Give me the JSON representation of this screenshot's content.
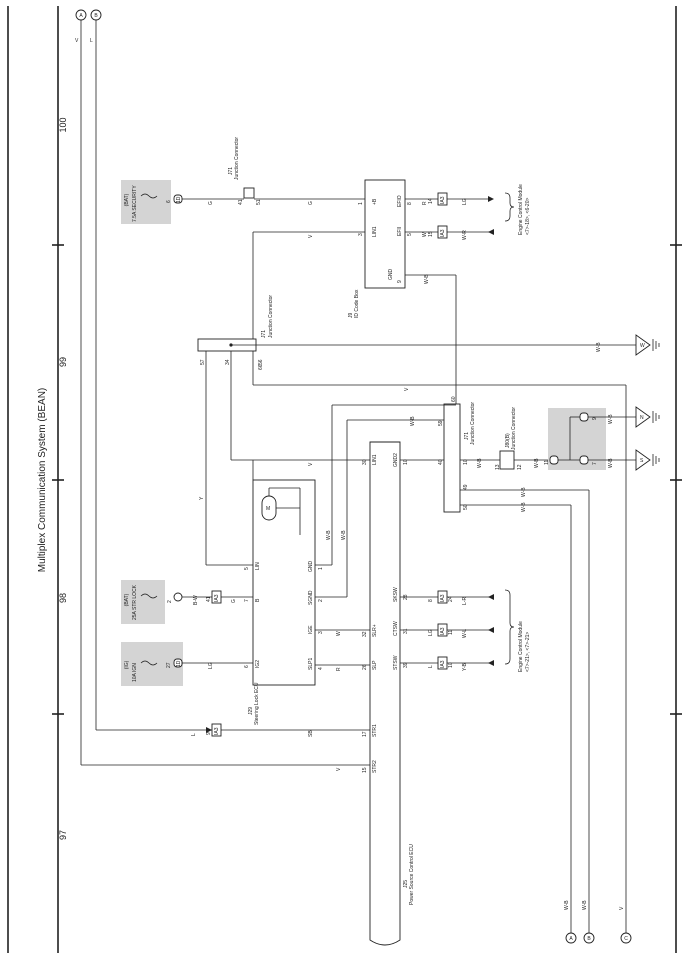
{
  "title": "Multiplex Communication System (BEAN)",
  "page_numbers": [
    "97",
    "98",
    "99",
    "100"
  ],
  "refs": {
    "a": "A",
    "b": "B",
    "c": "C"
  },
  "wire_colors": {
    "v": "V",
    "l": "L",
    "g": "G",
    "lg": "LG",
    "w": "W",
    "wb": "W-B",
    "bw": "B-W",
    "r": "R",
    "sb": "SB",
    "y": "Y",
    "lr": "L-R",
    "wl": "W-L",
    "yb": "Y-B",
    "wr": "W-R"
  },
  "fuses": {
    "security": {
      "power": "(BAT)",
      "name": "7.5A SECURITY",
      "conn": "1D",
      "pin": "6"
    },
    "strlock": {
      "power": "(BAT)",
      "name": "25A STR LOCK",
      "pin": "2"
    },
    "ign": {
      "power": "(IG)",
      "name": "10A IGN",
      "conn": "1D",
      "pin": "27"
    }
  },
  "components": {
    "j71a": {
      "id": "J71",
      "name": "Junction Connector",
      "pin_in": "41",
      "pin_out": "51"
    },
    "j71b": {
      "id": "J71",
      "name": "Junction Connector",
      "pins": [
        "56",
        "57",
        "34",
        "66"
      ]
    },
    "j71c": {
      "id": "J71",
      "name": "Junction Connector",
      "pins": [
        "60",
        "59",
        "10",
        "40",
        "49",
        "50"
      ]
    },
    "j80": {
      "id": "J80(B)",
      "name": "Junction Connector",
      "pins": [
        "13",
        "12"
      ]
    },
    "gnd_conn": {
      "conn": "ID",
      "pins": [
        "11",
        "9",
        "7"
      ]
    },
    "id_code_box": {
      "id": "J9",
      "name": "ID Code Box",
      "pins": {
        "plus_b": "+B",
        "pin1": "1",
        "efio": "EFIO",
        "p8": "8",
        "lin1": "LIN1",
        "p3": "3",
        "efii": "EFII",
        "p5": "5",
        "gnd": "GND",
        "p9": "9"
      }
    },
    "steering_lock": {
      "id": "J29",
      "name": "Steering Lock ECU",
      "pins": {
        "lin": "LIN",
        "p5": "5",
        "gnd": "GND",
        "p1": "1",
        "b": "B",
        "p7": "7",
        "sgnd": "SGND",
        "p2": "2",
        "ige": "IGE",
        "p3": "3",
        "ig2": "IG2",
        "p6": "6",
        "slp1": "SLP1",
        "p4": "4"
      }
    },
    "power_source": {
      "id": "J25",
      "name": "Power Source Control ECU",
      "pins": {
        "lin1": "LIN1",
        "p30": "30",
        "gnd2": "GND2",
        "p10": "10",
        "slr": "SLR+",
        "p32": "32",
        "slp": "SLP",
        "p26": "26",
        "str1": "STR1",
        "p17": "17",
        "str2": "STR2",
        "p15": "15",
        "sksw": "SKSW",
        "p28": "28",
        "ctsw": "CTSW",
        "p31": "31",
        "stsw": "STSW",
        "p39": "39"
      }
    },
    "ecm_top": {
      "name": "Engine Control Module",
      "refs": "<7>-18>, <6-20>"
    },
    "ecm_bottom": {
      "name": "Engine Control Module",
      "refs": "<7>-21>, <7>-21>"
    }
  },
  "connectors": {
    "ia3": "IA3",
    "c14": "14",
    "c15": "15",
    "c8": "8",
    "c11": "11",
    "c10": "10",
    "c9": "9",
    "c41": "41",
    "c24": "24",
    "p4": "4",
    "p5": "5",
    "p8": "8",
    "p16": "16"
  },
  "legend_ground": {
    "w": "W",
    "n": "N",
    "s": "S"
  }
}
